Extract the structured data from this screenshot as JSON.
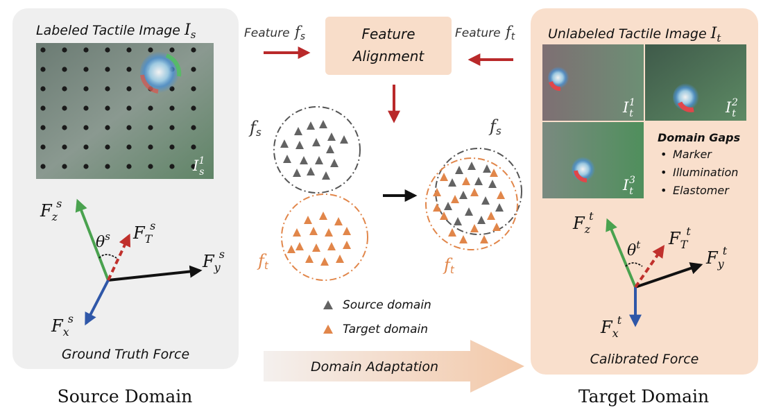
{
  "colors": {
    "source_panel": "#efefef",
    "target_panel": "#f9dfcc",
    "alignment_box": "#f8ddc9",
    "red_arrow": "#b9292a",
    "grey_triangle": "#636363",
    "orange_triangle": "#e1864a",
    "grey_circle": "#555555",
    "orange_circle": "#e1864a",
    "axis_z": "#4aa24f",
    "axis_x": "#2f57a8",
    "axis_y": "#111111",
    "axis_t": "#c0302c",
    "tactile_base": "#6f7f74"
  },
  "source": {
    "panel_title": "Labeled Tactile Image ",
    "panel_title_sym": "I",
    "panel_title_sub": "s",
    "image_label_sym": "I",
    "image_label_sub": "s",
    "image_label_sup": "1",
    "fz": {
      "sym": "F",
      "sub": "z",
      "sup": "s"
    },
    "ft": {
      "sym": "F",
      "sub": "T",
      "sup": "s"
    },
    "fy": {
      "sym": "F",
      "sub": "y",
      "sup": "s"
    },
    "fx": {
      "sym": "F",
      "sub": "x",
      "sup": "s"
    },
    "theta": {
      "sym": "θ",
      "sup": "s"
    },
    "caption": "Ground Truth Force",
    "domain_label": "Source Domain"
  },
  "target": {
    "panel_title": "Unlabeled Tactile Image ",
    "panel_title_sym": "I",
    "panel_title_sub": "t",
    "images": [
      {
        "sym": "I",
        "sub": "t",
        "sup": "1"
      },
      {
        "sym": "I",
        "sub": "t",
        "sup": "2"
      },
      {
        "sym": "I",
        "sub": "t",
        "sup": "3"
      }
    ],
    "gaps_title": "Domain Gaps",
    "gaps": [
      "Marker",
      "Illumination",
      "Elastomer"
    ],
    "fz": {
      "sym": "F",
      "sub": "z",
      "sup": "t"
    },
    "ft": {
      "sym": "F",
      "sub": "T",
      "sup": "t"
    },
    "fy": {
      "sym": "F",
      "sub": "y",
      "sup": "t"
    },
    "fx": {
      "sym": "F",
      "sub": "x",
      "sup": "t"
    },
    "theta": {
      "sym": "θ",
      "sup": "t"
    },
    "caption": "Calibrated Force",
    "domain_label": "Target Domain"
  },
  "center": {
    "feature_left_word": "Feature ",
    "feature_left_sym": "f",
    "feature_left_sub": "s",
    "feature_right_word": "Feature ",
    "feature_right_sym": "f",
    "feature_right_sub": "t",
    "alignment_line1": "Feature",
    "alignment_line2": "Alignment",
    "fs_label": {
      "sym": "f",
      "sub": "s"
    },
    "ft_label": {
      "sym": "f",
      "sub": "t"
    },
    "fs_label2": {
      "sym": "f",
      "sub": "s"
    },
    "ft_label2": {
      "sym": "f",
      "sub": "t"
    },
    "legend": [
      {
        "label": "Source domain",
        "color": "#636363"
      },
      {
        "label": "Target domain",
        "color": "#e1864a"
      }
    ],
    "adaptation_label": "Domain Adaptation"
  }
}
